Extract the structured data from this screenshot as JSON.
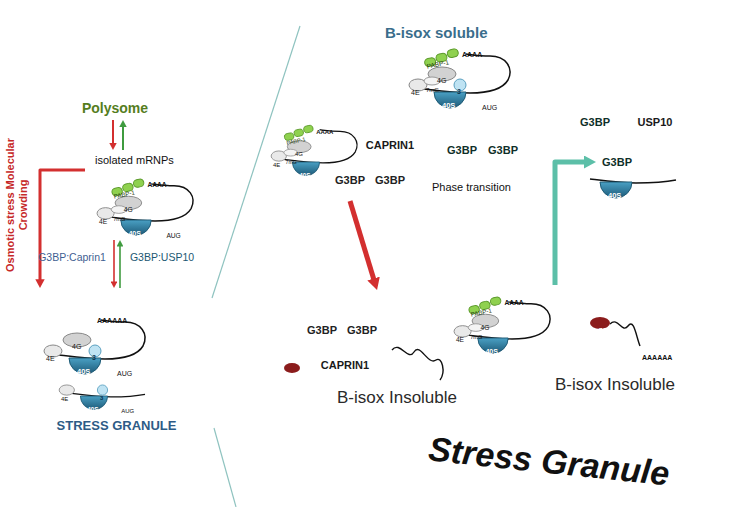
{
  "diagram": {
    "nodes": [
      {
        "text": [
          "Polysome"
        ]
      },
      {
        "text": [
          "isolated mRNPs"
        ]
      },
      {
        "text": [
          "G3BP:Caprin1"
        ]
      },
      {
        "text": [
          "G3BP:USP10"
        ]
      },
      {
        "text": [
          "STRESS GRANULE"
        ]
      },
      {
        "text": [
          "B-isox soluble",
          "Stress Granule"
        ]
      },
      {
        "text": [
          "CAPRIN1"
        ],
        "in": 5
      },
      {
        "text": [
          "G3BP"
        ],
        "in": 5
      },
      {
        "text": [
          "G3BP"
        ],
        "in": 5
      },
      {
        "text": [
          "G3BP"
        ],
        "in": 5
      },
      {
        "text": [
          "G3BP"
        ],
        "in": 5
      },
      {
        "text": [
          "G3BP"
        ],
        "in": 5
      },
      {
        "text": [
          "USP10"
        ],
        "in": 5
      },
      {
        "text": [
          "G3BP"
        ],
        "in": 5
      },
      {
        "text": [
          "B-isox Insoluble"
        ],
        "in": 5
      },
      {
        "text": [
          "G3BP"
        ],
        "in": 14
      },
      {
        "text": [
          "G3BP"
        ],
        "in": 14
      },
      {
        "text": [
          "CAPRIN1"
        ],
        "in": 14
      },
      {
        "text": [
          "B-isox Insoluble"
        ],
        "in": 5
      }
    ],
    "edges": [
      {
        "from": 0,
        "to": 1,
        "arrow": "to"
      },
      {
        "from": 1,
        "to": 0,
        "arrow": "to"
      },
      {
        "from": 1,
        "to": 4,
        "arrow": "to",
        "label": "Osmotic stress Molecular Crowding"
      },
      {
        "from": 1,
        "to": 4,
        "arrow": "to"
      },
      {
        "from": 4,
        "to": 1,
        "arrow": "to"
      },
      {
        "from": 7,
        "to": 14,
        "arrow": "to"
      },
      {
        "from": 18,
        "to": 13,
        "arrow": "to"
      }
    ],
    "labels": [
      "Phase transition",
      "AAAA",
      "PABP-1",
      "4G",
      "7mG",
      "4E",
      "40S",
      "AUG",
      "AAAAAA",
      "4G",
      "4E",
      "3",
      "40S",
      "AUG",
      "4E",
      "3",
      "40S",
      "AUG",
      "AAAA",
      "PABP-1",
      "4E",
      "4G",
      "7mG",
      "40S",
      "3",
      "AUG",
      "AAAA",
      "PABP-1",
      "4G",
      "4E",
      "7mG",
      "40S",
      "40S",
      "AAAA",
      "PABP-1",
      "4E",
      "4G",
      "7mG",
      "40S",
      "m7G",
      "AAAAAA"
    ]
  }
}
